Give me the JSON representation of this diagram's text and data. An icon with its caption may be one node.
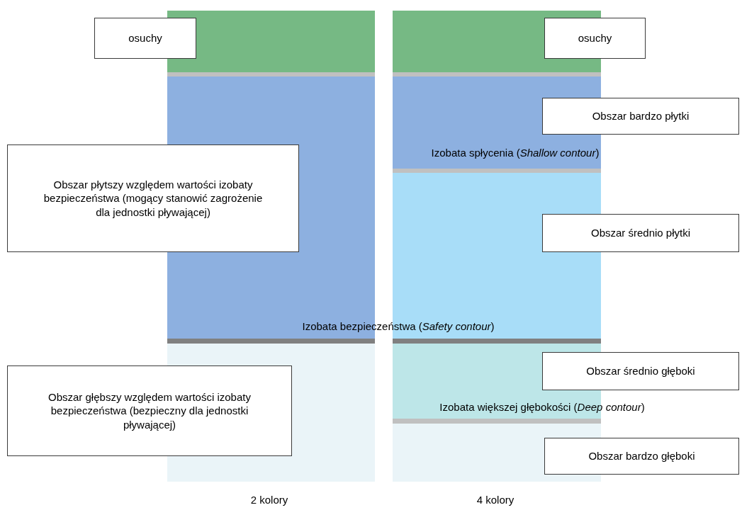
{
  "diagram": {
    "nodes": [
      {
        "text": [
          "osuchy"
        ]
      },
      {
        "text": [
          "osuchy"
        ]
      },
      {
        "text": [
          "Obszar bardzo płytki"
        ]
      },
      {
        "text": [
          "Obszar płytszy względem wartości izobaty bezpieczeństwa (mogący stanowić zagrożenie dla jednostki pływającej)"
        ]
      },
      {
        "text": [
          "Obszar średnio płytki"
        ]
      },
      {
        "text": [
          "Obszar średnio głęboki"
        ]
      },
      {
        "text": [
          "Obszar głębszy względem wartości izobaty bezpieczeństwa (bezpieczny dla jednostki pływającej)"
        ]
      },
      {
        "text": [
          "Obszar bardzo głęboki"
        ]
      }
    ],
    "labels": [
      "Izobata spłycenia (*Shallow contour*)",
      "Izobata bezpieczeństwa (*Safety contour*)",
      "Izobata większej głębokości (*Deep contour*)",
      "2 kolory",
      "4 kolory"
    ]
  }
}
